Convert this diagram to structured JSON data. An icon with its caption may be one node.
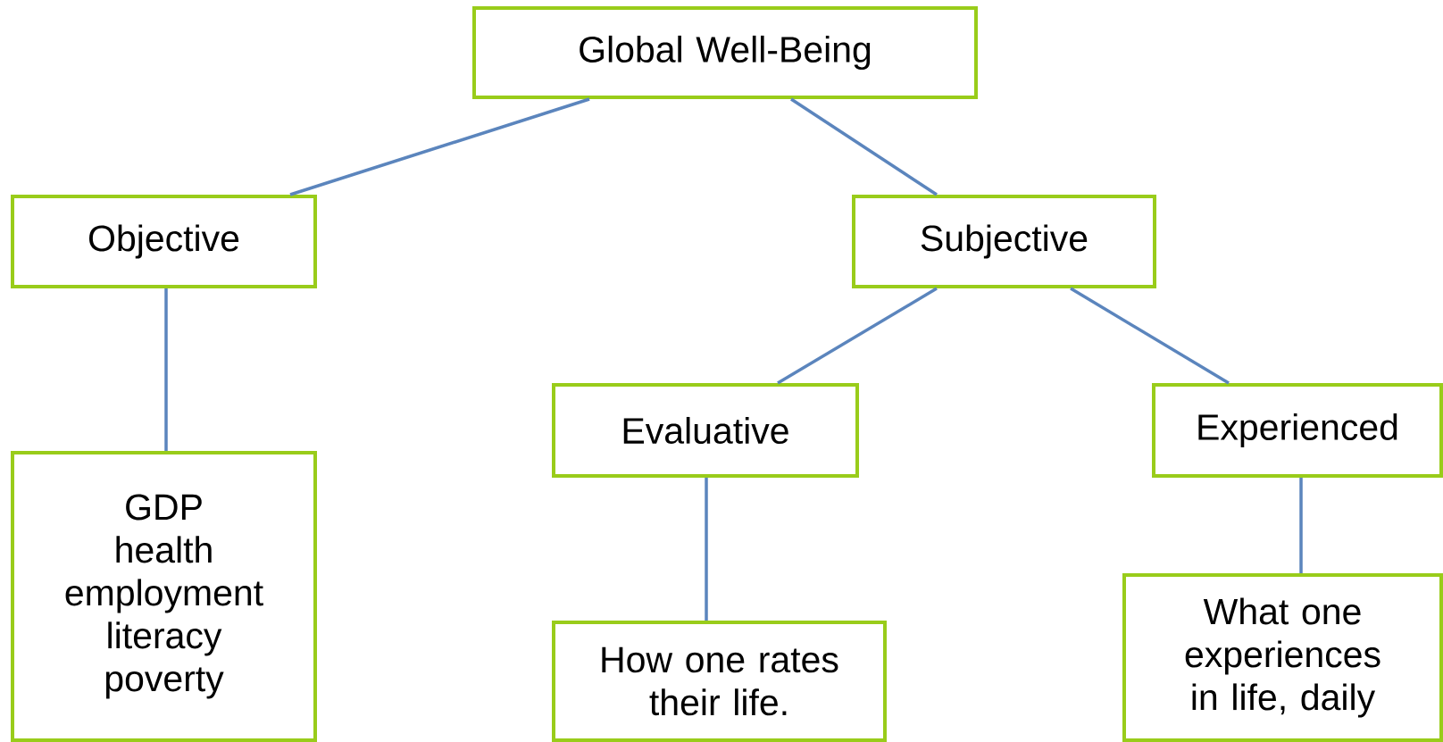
{
  "diagram": {
    "nodes": [
      {
        "text": [
          "Global Well-Being"
        ]
      },
      {
        "text": [
          "Objective"
        ]
      },
      {
        "text": [
          "Subjective"
        ]
      },
      {
        "text": [
          "GDP",
          "health",
          "employment",
          "literacy",
          "poverty"
        ]
      },
      {
        "text": [
          "Evaluative"
        ]
      },
      {
        "text": [
          "Experienced"
        ]
      },
      {
        "text": [
          "How one rates their life."
        ]
      },
      {
        "text": [
          "What one experiences in life, daily"
        ]
      }
    ],
    "edges": [
      {
        "from": 0,
        "to": 1,
        "arrow": "none"
      },
      {
        "from": 0,
        "to": 2,
        "arrow": "none"
      },
      {
        "from": 1,
        "to": 3,
        "arrow": "none"
      },
      {
        "from": 2,
        "to": 4,
        "arrow": "none"
      },
      {
        "from": 2,
        "to": 5,
        "arrow": "none"
      },
      {
        "from": 4,
        "to": 6,
        "arrow": "none"
      },
      {
        "from": 5,
        "to": 7,
        "arrow": "none"
      }
    ]
  }
}
